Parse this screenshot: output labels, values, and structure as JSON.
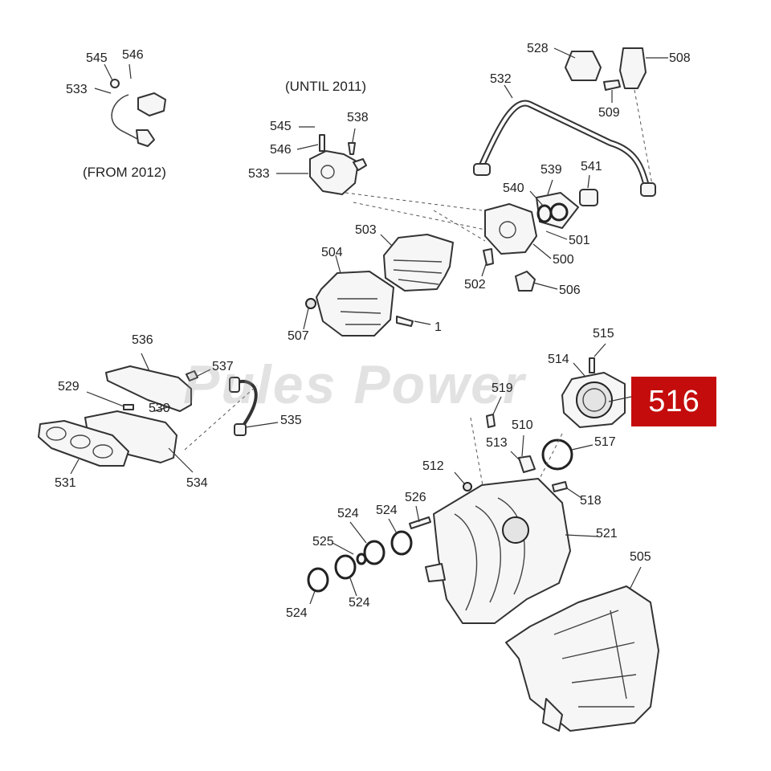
{
  "captions": {
    "from_2012": "(FROM 2012)",
    "until_2011": "(UNTIL 2011)"
  },
  "watermark": "Pules Power",
  "highlighted_part": {
    "number": "516",
    "color": "#c40c0c"
  },
  "callouts": [
    "545",
    "546",
    "533",
    "545",
    "546",
    "538",
    "533",
    "528",
    "508",
    "532",
    "509",
    "539",
    "540",
    "541",
    "503",
    "501",
    "504",
    "500",
    "502",
    "506",
    "507",
    "1",
    "536",
    "537",
    "529",
    "530",
    "535",
    "531",
    "534",
    "515",
    "514",
    "519",
    "510",
    "513",
    "517",
    "512",
    "526",
    "524",
    "524",
    "518",
    "521",
    "525",
    "505",
    "524",
    "524"
  ]
}
